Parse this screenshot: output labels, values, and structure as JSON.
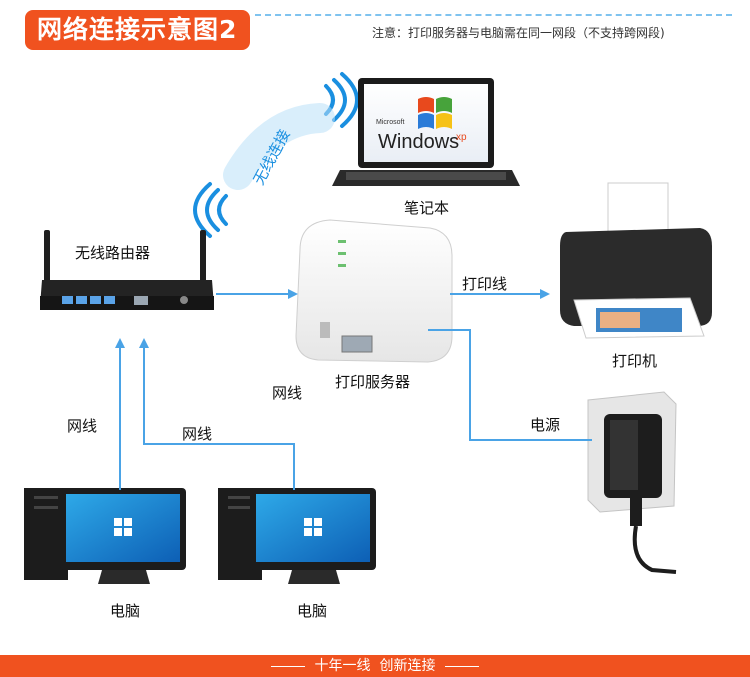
{
  "header": {
    "title": "网络连接示意图2",
    "note": "注意：打印服务器与电脑需在同一网段（不支持跨网段)"
  },
  "devices": {
    "router": "无线路由器",
    "laptop": "笔记本",
    "print_server": "打印服务器",
    "printer": "打印机",
    "pc_left": "电脑",
    "pc_right": "电脑",
    "power": "电源"
  },
  "laptop_screen": {
    "brand_small": "Microsoft",
    "brand": "Windows",
    "edition": "xp"
  },
  "links": {
    "wireless": "无线连接",
    "print_cable": "打印线",
    "net_cable_middle": "网线",
    "net_cable_left": "网线",
    "net_cable_right": "网线",
    "power_line": "电源"
  },
  "footer": {
    "slogan_left": "十年一线",
    "slogan_right": "创新连接"
  },
  "colors": {
    "accent": "#f0521f",
    "connector": "#4aa3e6"
  }
}
